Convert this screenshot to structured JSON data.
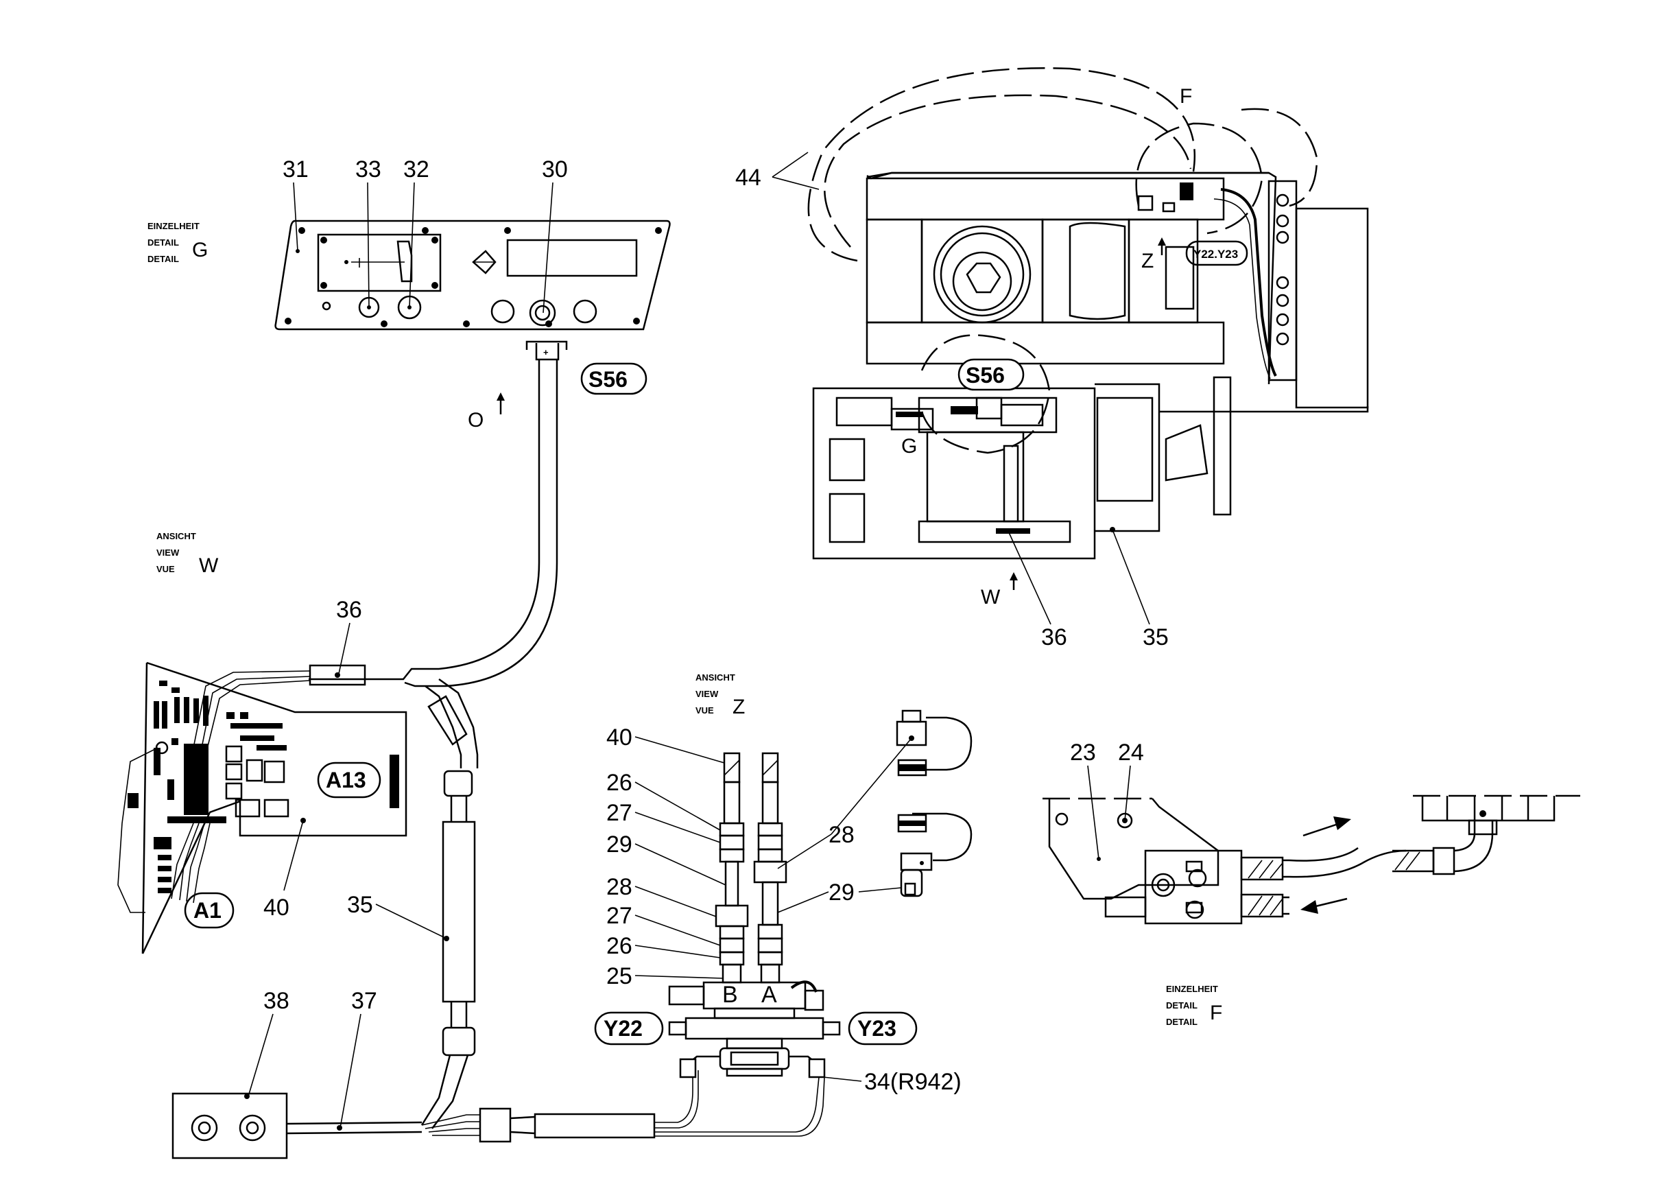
{
  "detail_g": {
    "lines": [
      "EINZELHEIT",
      "DETAIL",
      "DETAIL"
    ],
    "letter": "G",
    "callouts": [
      "31",
      "33",
      "32",
      "30"
    ]
  },
  "view_w": {
    "lines": [
      "ANSICHT",
      "VIEW",
      "VUE"
    ],
    "letter": "W"
  },
  "view_z": {
    "lines": [
      "ANSICHT",
      "VIEW",
      "VUE"
    ],
    "letter": "Z"
  },
  "detail_f": {
    "lines": [
      "EINZELHEIT",
      "DETAIL",
      "DETAIL"
    ],
    "letter": "F"
  },
  "overview": {
    "callout_44": "44",
    "letter_f": "F",
    "letter_z": "Z",
    "tag_y22y23": "Y22.Y23",
    "tag_s56": "S56",
    "letter_g": "G",
    "letter_w": "W",
    "callout_36": "36",
    "callout_35": "35"
  },
  "harness": {
    "tag_s56": "S56",
    "arrow_o": "O",
    "callout_36": "36",
    "tag_a13": "A13",
    "tag_a1": "A1",
    "callout_40": "40",
    "callout_35": "35",
    "callout_38": "38",
    "callout_37": "37"
  },
  "valve": {
    "left_callouts": [
      "40",
      "26",
      "27",
      "29",
      "28",
      "27",
      "26",
      "25"
    ],
    "right_callouts": [
      "28",
      "29"
    ],
    "port_b": "B",
    "port_a": "A",
    "tag_y22": "Y22",
    "tag_y23": "Y23",
    "callout_34": "34(R942)"
  },
  "detail_f_parts": {
    "callout_23": "23",
    "callout_24": "24"
  }
}
